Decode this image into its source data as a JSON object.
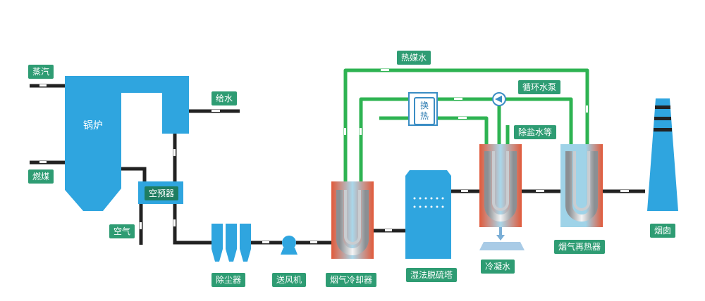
{
  "labels": {
    "steam": "蒸汽",
    "coal": "燃煤",
    "boiler": "锅炉",
    "feedwater": "给水",
    "air_preheater": "空预器",
    "air": "空气",
    "dust_collector": "除尘器",
    "fan": "送风机",
    "flue_cooler": "烟气冷却器",
    "wet_desulfurization_tower": "湿法脱硫塔",
    "condensate": "冷凝水",
    "flue_reheater": "烟气再热器",
    "chimney": "烟囱",
    "heat_medium_water": "热媒水",
    "circulating_pump": "循环水泵",
    "heat_exchanger": "换热",
    "demineralized_water": "除盐水等"
  },
  "colors": {
    "boiler": "#2fa5df",
    "pipe_dark": "#222222",
    "pipe_green": "#2eb352",
    "label_bg": "#2e9c73",
    "heat_exchanger_shell": "#dd5b3d",
    "tower": "#2fa5df",
    "chimney": "#2fa5df"
  }
}
